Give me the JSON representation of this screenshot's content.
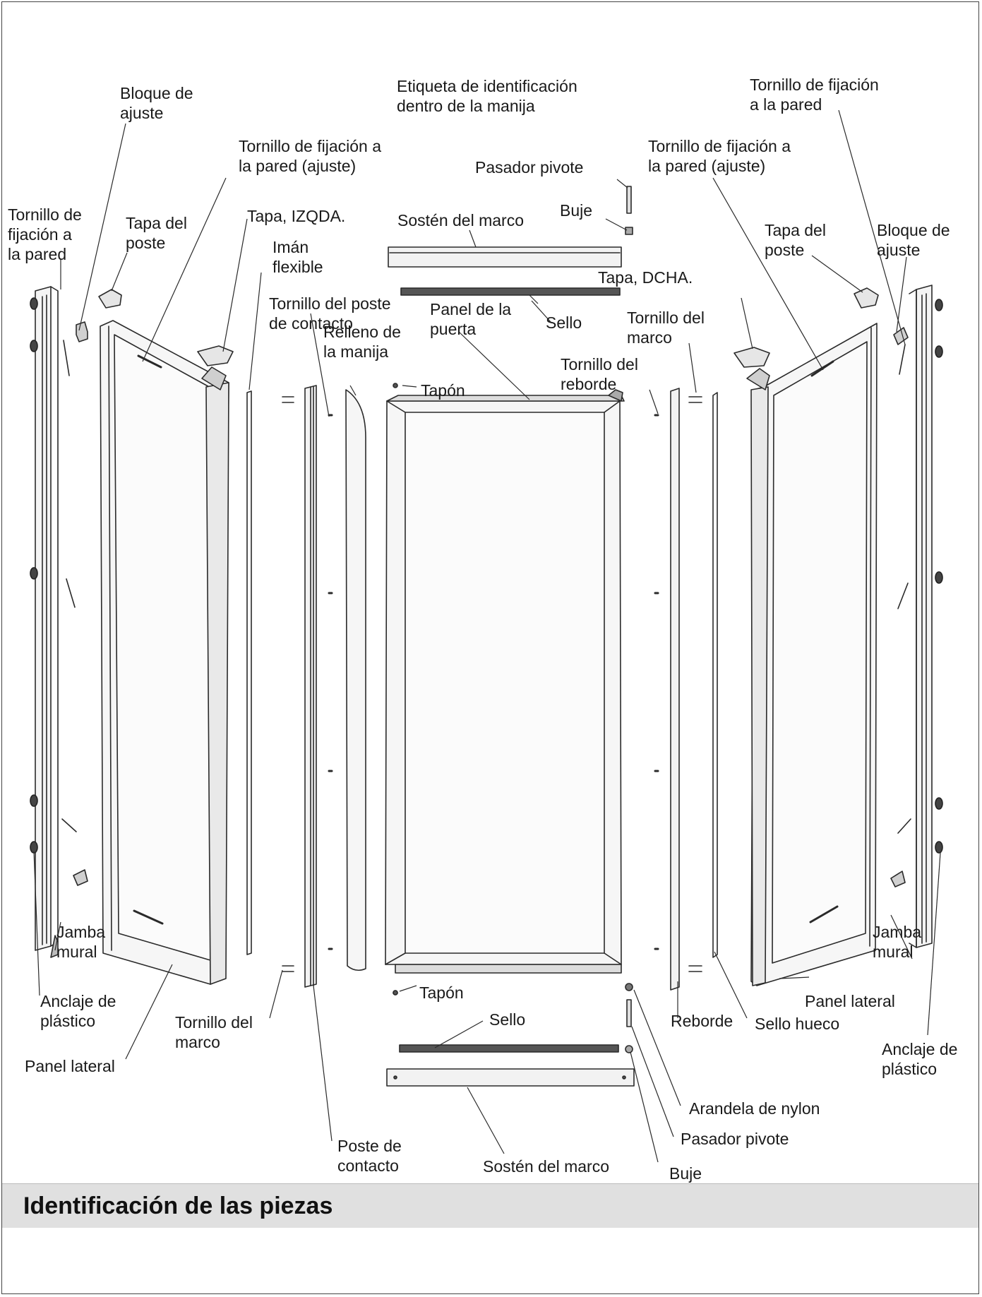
{
  "section": {
    "title": "Identificación de las piezas"
  },
  "colors": {
    "line": "#2a2a2a",
    "frame": "#444444",
    "section_bar": "#e0e0e0",
    "panel_fill": "#f4f4f4"
  },
  "labels": {
    "bloque_ajuste_left": "Bloque de\najuste",
    "etiqueta": "Etiqueta de identificación\ndentro de la manija",
    "tornillo_pared_right_top": "Tornillo de fijación\na la pared",
    "tornillo_pared_ajuste_left": "Tornillo de fijación a\nla pared (ajuste)",
    "pasador_pivote_top": "Pasador pivote",
    "tornillo_pared_ajuste_right": "Tornillo de fijación a\nla pared (ajuste)",
    "tornillo_pared_left": "Tornillo de\nfijación a\nla pared",
    "tapa_poste_left": "Tapa del\nposte",
    "tapa_izqda": "Tapa, IZQDA.",
    "buje_top": "Buje",
    "sosten_marco_top": "Sostén del marco",
    "tapa_poste_right": "Tapa del\nposte",
    "bloque_ajuste_right": "Bloque de\najuste",
    "iman_flexible": "Imán\nflexible",
    "tapa_dcha": "Tapa, DCHA.",
    "tornillo_poste_contacto": "Tornillo del poste\nde contacto",
    "panel_puerta": "Panel de la\npuerta",
    "sello_top": "Sello",
    "tornillo_marco_top": "Tornillo del\nmarco",
    "relleno_manija": "Relleno de\nla manija",
    "tornillo_reborde": "Tornillo del\nreborde",
    "tapon_top": "Tapón",
    "jamba_mural_left": "Jamba\nmural",
    "jamba_mural_right": "Jamba\nmural",
    "tapon_bottom": "Tapón",
    "anclaje_left": "Anclaje de\nplástico",
    "tornillo_marco_bottom": "Tornillo del\nmarco",
    "sello_bottom": "Sello",
    "reborde": "Reborde",
    "sello_hueco": "Sello hueco",
    "panel_lateral_right": "Panel lateral",
    "anclaje_right": "Anclaje de\nplástico",
    "panel_lateral_left": "Panel lateral",
    "arandela_nylon": "Arandela de nylon",
    "pasador_pivote_bottom": "Pasador pivote",
    "poste_contacto": "Poste de\ncontacto",
    "sosten_marco_bottom": "Sostén del marco",
    "buje_bottom": "Buje"
  }
}
